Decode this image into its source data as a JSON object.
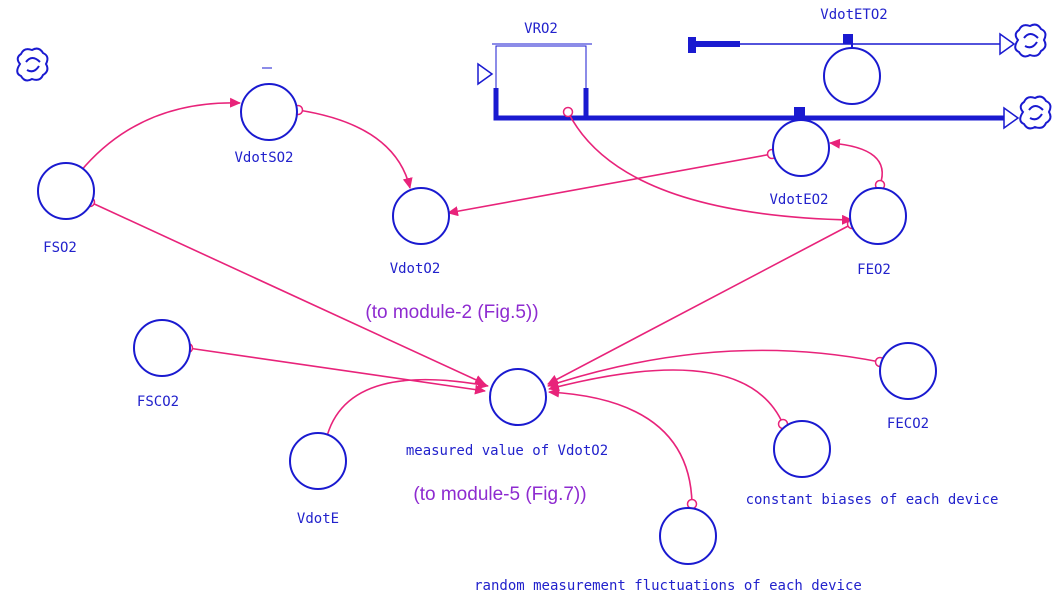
{
  "stock": {
    "name": "VRO2"
  },
  "variables": {
    "vdot_et": "VdotETO2",
    "vdot_s": "VdotSO2",
    "fs": "FSO2",
    "vdot_o2": "VdotO2",
    "vdot_e_o2": "VdotEO2",
    "fe": "FEO2",
    "fsc": "FSCO2",
    "measured": "measured value of VdotO2",
    "fec": "FECO2",
    "vdot_e": "VdotE",
    "biases": "constant biases of each device",
    "fluctuations": "random measurement fluctuations of each device"
  },
  "annotations": {
    "module2": "(to module-2 (Fig.5))",
    "module5": "(to module-5 (Fig.7))"
  },
  "colors": {
    "node_stroke": "#1a1ad0",
    "label_text": "#2222cc",
    "link": "#e8237a",
    "annotation": "#8e2bd0"
  }
}
